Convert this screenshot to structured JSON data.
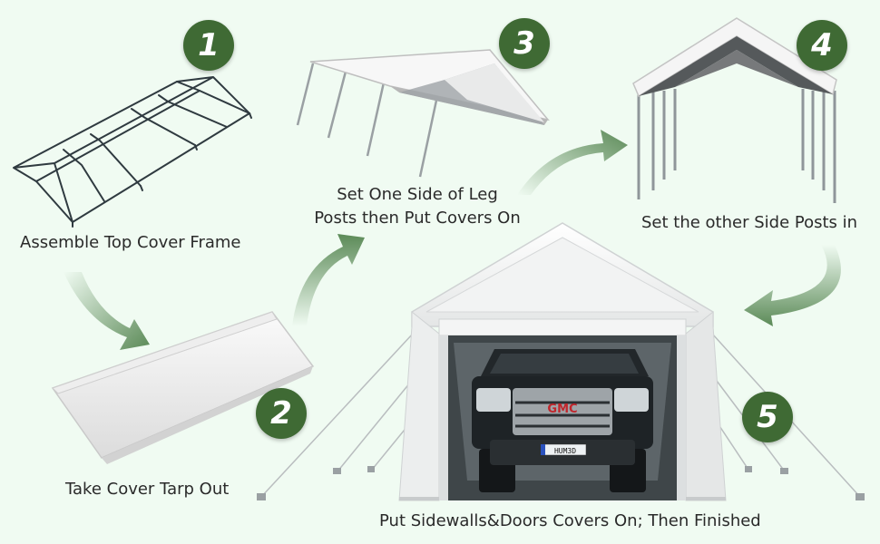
{
  "steps": [
    {
      "number": "1",
      "caption": "Assemble Top Cover Frame"
    },
    {
      "number": "2",
      "caption": "Take Cover Tarp Out"
    },
    {
      "number": "3",
      "caption_line1": "Set One Side of Leg",
      "caption_line2": "Posts then Put Covers On"
    },
    {
      "number": "4",
      "caption": "Set the other Side Posts in"
    },
    {
      "number": "5",
      "caption": "Put Sidewalls&Doors Covers On; Then Finished"
    }
  ],
  "truck": {
    "grille_logo": "GMC",
    "plate": "HUM3D"
  },
  "colors": {
    "badge": "#3f6a34",
    "arrow": "#5b8a57",
    "background": "#f0fbf2"
  }
}
